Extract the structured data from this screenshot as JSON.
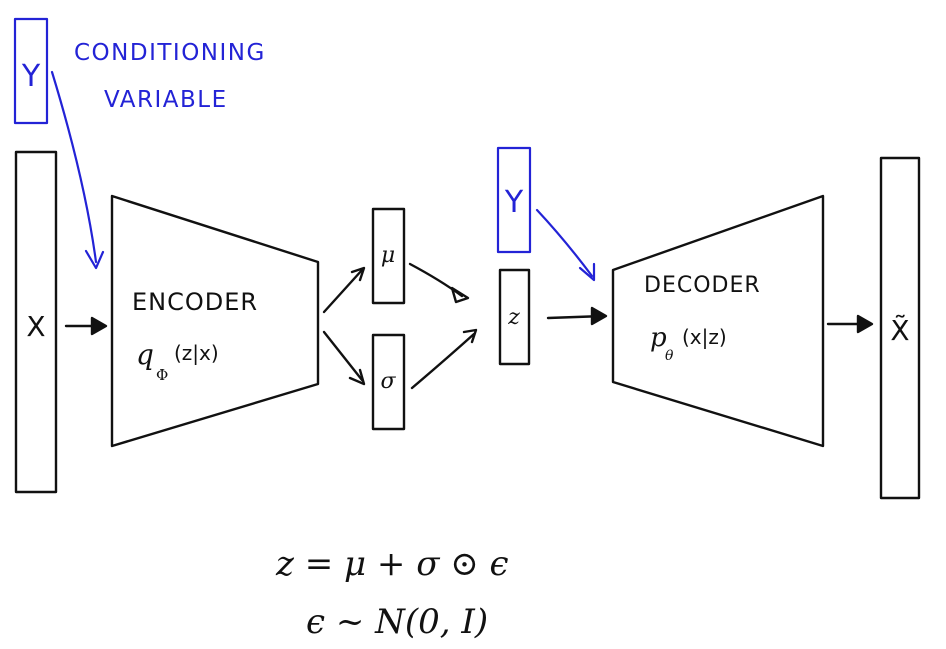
{
  "colors": {
    "ink": "#111111",
    "conditioning": "#2323d6",
    "background": "#ffffff"
  },
  "conditioning": {
    "symbol": "Y",
    "caption_line1": "CONDITIONING",
    "caption_line2": "VARIABLE"
  },
  "input": {
    "label": "X"
  },
  "encoder": {
    "title": "ENCODER",
    "dist": "q",
    "dist_sub": "Φ",
    "dist_args": "(z|x)"
  },
  "latent": {
    "mu": "μ",
    "sigma": "σ",
    "z": "z"
  },
  "decoder": {
    "title": "DECODER",
    "dist": "p",
    "dist_sub": "θ",
    "dist_args": "(x|z)"
  },
  "output": {
    "label": "X̃"
  },
  "equations": {
    "reparam": "z = μ + σ ⊙ ϵ",
    "noise": "ϵ ~ N(0, I)"
  }
}
